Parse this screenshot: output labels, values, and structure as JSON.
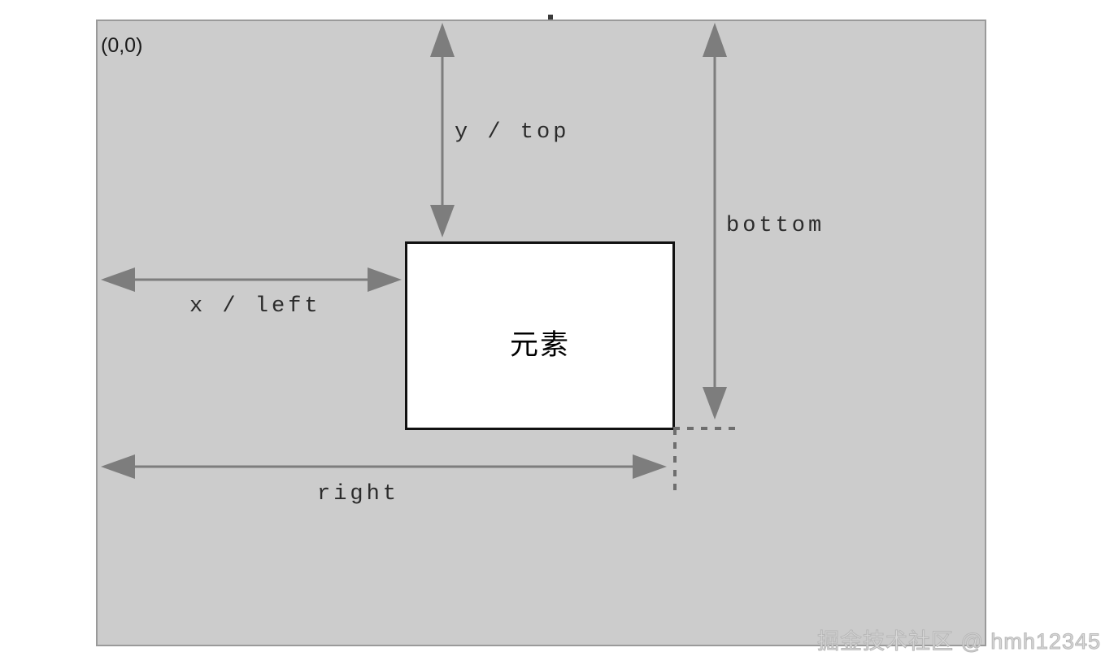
{
  "diagram": {
    "title_text_visible": false,
    "origin_label": "(0,0)",
    "element_label": "元素",
    "measurements": [
      {
        "id": "y-top",
        "label": "y / top",
        "orientation": "vertical",
        "from": "viewport-top",
        "to": "element-top"
      },
      {
        "id": "bottom",
        "label": "bottom",
        "orientation": "vertical",
        "from": "viewport-top",
        "to": "element-bottom"
      },
      {
        "id": "x-left",
        "label": "x / left",
        "orientation": "horizontal",
        "from": "viewport-left",
        "to": "element-left"
      },
      {
        "id": "right",
        "label": "right",
        "orientation": "horizontal",
        "from": "viewport-left",
        "to": "element-right"
      }
    ],
    "watermark": "掘金技术社区 @ hmh12345",
    "colors": {
      "viewport_background": "#cccccc",
      "viewport_border": "#9a9a9a",
      "element_background": "#ffffff",
      "element_border": "#111111",
      "arrow": "#7d7d7d",
      "guide_dashed": "#6e6e6e",
      "text": "#2b2b2b",
      "watermark": "#d8d8d8",
      "page_background": "#ffffff"
    }
  }
}
